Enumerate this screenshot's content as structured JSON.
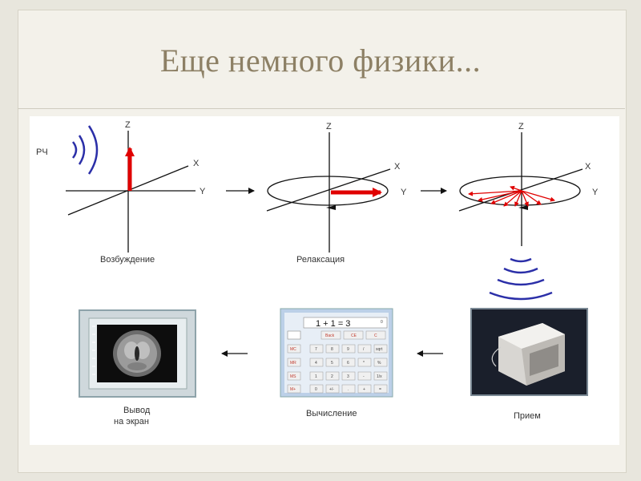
{
  "slide": {
    "title": "Еще немного физики..."
  },
  "diagram": {
    "rf_label": "РЧ",
    "axis": {
      "z": "Z",
      "x": "X",
      "y": "Y"
    },
    "stages": {
      "excitation": "Возбуждение",
      "relaxation": "Релаксация",
      "reception": "Прием",
      "computation": "Вычисление",
      "output_line1": "Вывод",
      "output_line2": "на экран"
    },
    "calculator": {
      "display": "1 + 1 = 3",
      "display_small": "0",
      "keys_row0": [
        "Back",
        "CE",
        "C"
      ],
      "keys_mem": [
        "MC",
        "MR",
        "MS",
        "M+"
      ],
      "keys_row1": [
        "7",
        "8",
        "9",
        "/",
        "sqrt"
      ],
      "keys_row2": [
        "4",
        "5",
        "6",
        "*",
        "%"
      ],
      "keys_row3": [
        "1",
        "2",
        "3",
        "-",
        "1/x"
      ],
      "keys_row4": [
        "0",
        "+/-",
        ".",
        "+",
        "="
      ]
    },
    "colors": {
      "vector": "#e00000",
      "waves": "#2b2fa8",
      "axis": "#111111"
    }
  }
}
